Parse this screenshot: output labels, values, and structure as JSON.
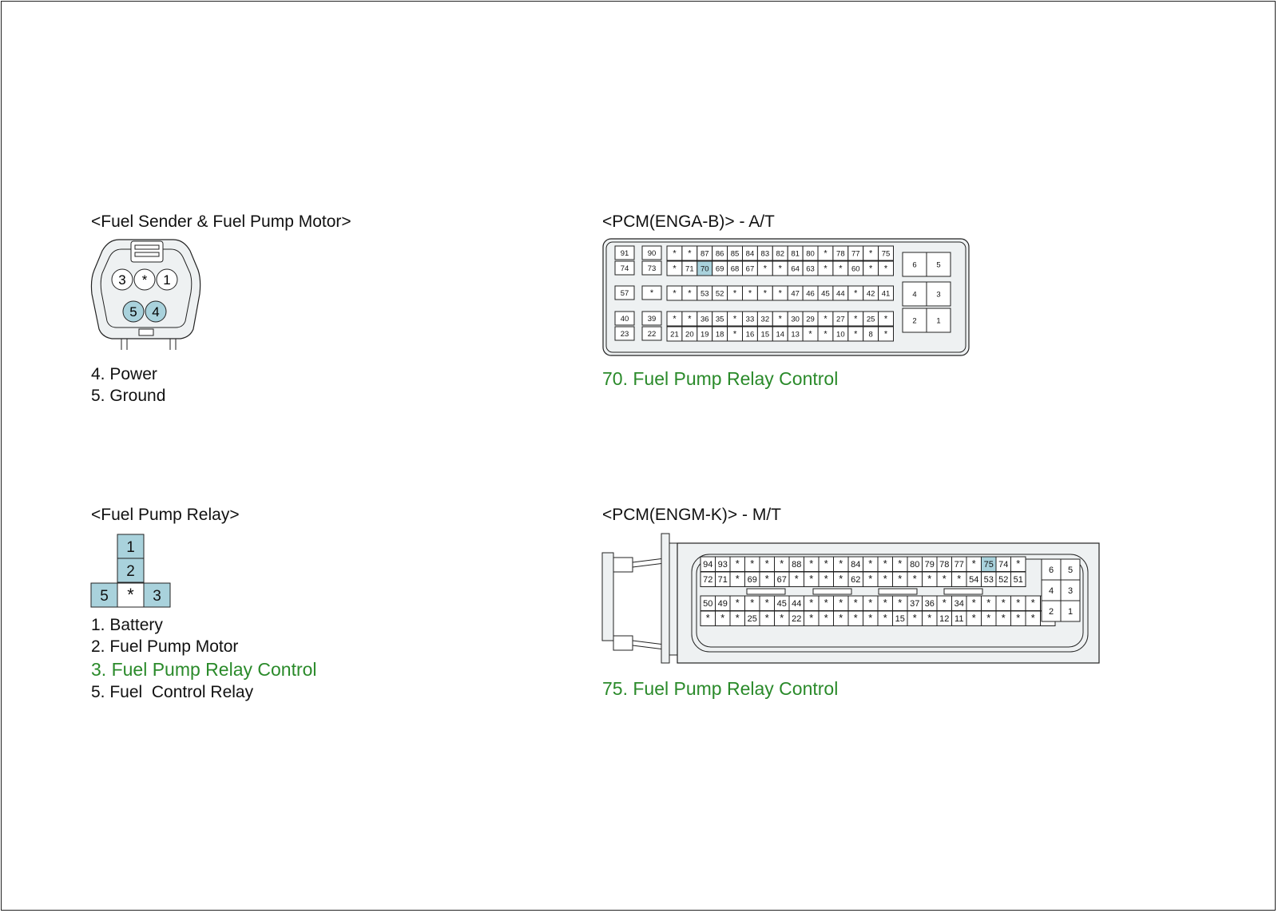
{
  "fuel_sender": {
    "title": "<Fuel Sender & Fuel Pump Motor>",
    "pins": [
      {
        "label": "3",
        "highlight": false
      },
      {
        "label": "*",
        "highlight": false
      },
      {
        "label": "1",
        "highlight": false
      },
      {
        "label": "5",
        "highlight": true
      },
      {
        "label": "4",
        "highlight": true
      }
    ],
    "legend": [
      {
        "text": "4. Power",
        "highlight": false
      },
      {
        "text": "5. Ground",
        "highlight": false
      }
    ]
  },
  "pcm_ab": {
    "title": "<PCM(ENGA-B)> - A/T",
    "highlight_color": "#a9d2dc",
    "left_singles": [
      [
        "91",
        "74"
      ],
      [
        "57"
      ],
      [
        "40",
        "23"
      ]
    ],
    "second_singles": [
      [
        "90",
        "73"
      ],
      [
        "*"
      ],
      [
        "39",
        "22"
      ]
    ],
    "main_rows": [
      [
        "*",
        "*",
        "87",
        "86",
        "85",
        "84",
        "83",
        "82",
        "81",
        "80",
        "*",
        "78",
        "77",
        "*",
        "75"
      ],
      [
        "*",
        "71",
        "70",
        "69",
        "68",
        "67",
        "*",
        "*",
        "64",
        "63",
        "*",
        "*",
        "60",
        "*",
        "*"
      ],
      [
        "*",
        "*",
        "53",
        "52",
        "*",
        "*",
        "*",
        "*",
        "47",
        "46",
        "45",
        "44",
        "*",
        "42",
        "41"
      ],
      [
        "*",
        "*",
        "36",
        "35",
        "*",
        "33",
        "32",
        "*",
        "30",
        "29",
        "*",
        "27",
        "*",
        "25",
        "*"
      ],
      [
        "21",
        "20",
        "19",
        "18",
        "*",
        "16",
        "15",
        "14",
        "13",
        "*",
        "*",
        "10",
        "*",
        "8",
        "*"
      ]
    ],
    "highlight_pin": "70",
    "right_pins": [
      [
        "6",
        "5"
      ],
      [
        "4",
        "3"
      ],
      [
        "2",
        "1"
      ]
    ],
    "legend": "70. Fuel Pump Relay Control"
  },
  "relay": {
    "title": "<Fuel Pump Relay>",
    "pins": [
      {
        "label": "1",
        "highlight": true
      },
      {
        "label": "2",
        "highlight": true
      },
      {
        "label": "5",
        "highlight": true
      },
      {
        "label": "*",
        "highlight": false
      },
      {
        "label": "3",
        "highlight": true
      }
    ],
    "legend": [
      {
        "text": "1. Battery",
        "highlight": false
      },
      {
        "text": "2. Fuel Pump Motor",
        "highlight": false
      },
      {
        "text": "3. Fuel Pump Relay Control",
        "highlight": true
      },
      {
        "text": "5. Fuel  Control Relay",
        "highlight": false
      }
    ]
  },
  "pcm_mk": {
    "title": "<PCM(ENGM-K)> - M/T",
    "top_rows": [
      [
        "94",
        "93",
        "*",
        "*",
        "*",
        "*",
        "88",
        "*",
        "*",
        "*",
        "84",
        "*",
        "*",
        "*",
        "80",
        "79",
        "78",
        "77",
        "*",
        "75",
        "74",
        "*"
      ],
      [
        "72",
        "71",
        "*",
        "69",
        "*",
        "67",
        "*",
        "*",
        "*",
        "*",
        "62",
        "*",
        "*",
        "*",
        "*",
        "*",
        "*",
        "*",
        "54",
        "53",
        "52",
        "51"
      ]
    ],
    "bottom_rows": [
      [
        "50",
        "49",
        "*",
        "*",
        "*",
        "45",
        "44",
        "*",
        "*",
        "*",
        "*",
        "*",
        "*",
        "*",
        "37",
        "36",
        "*",
        "34",
        "*",
        "*",
        "*",
        "*",
        "*",
        "*"
      ],
      [
        "*",
        "*",
        "*",
        "25",
        "*",
        "*",
        "22",
        "*",
        "*",
        "*",
        "*",
        "*",
        "*",
        "15",
        "*",
        "*",
        "12",
        "11",
        "*",
        "*",
        "*",
        "*",
        "*",
        "*"
      ]
    ],
    "highlight_pin": "75",
    "right_pins": [
      [
        "6",
        "5"
      ],
      [
        "4",
        "3"
      ],
      [
        "2",
        "1"
      ]
    ],
    "legend": "75. Fuel Pump Relay Control"
  },
  "colors": {
    "highlight": "#a9d2dc",
    "accent_text": "#2a8a2a"
  }
}
